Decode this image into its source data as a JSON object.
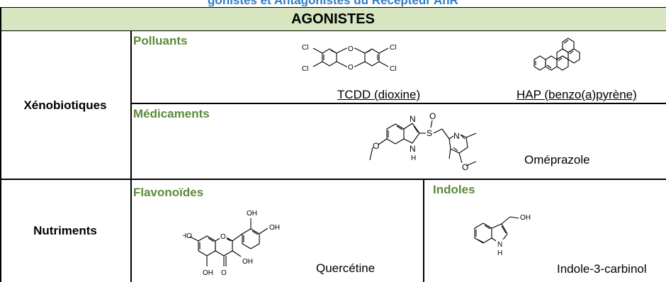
{
  "title": "gonistes et Antagonistes du Récepteur AhR",
  "header": "AGONISTES",
  "rows": {
    "xenobiotiques": {
      "label": "Xénobiotiques",
      "polluants": {
        "label": "Polluants",
        "tcdd_caption": "TCDD (dioxine)",
        "hap_caption": "HAP (benzo(a)pyrène)"
      },
      "medicaments": {
        "label": "Médicaments",
        "omeprazole_caption": "Oméprazole"
      }
    },
    "nutriments": {
      "label": "Nutriments",
      "flavonoides": {
        "label": "Flavonoïdes",
        "quercetine_caption": "Quercétine"
      },
      "indoles": {
        "label": "Indoles",
        "indole_caption": "Indole-3-carbinol"
      }
    }
  },
  "atoms": {
    "cl": "Cl",
    "o": "O",
    "oh": "OH",
    "ho": "HO",
    "n": "N",
    "h": "H",
    "s": "S"
  }
}
